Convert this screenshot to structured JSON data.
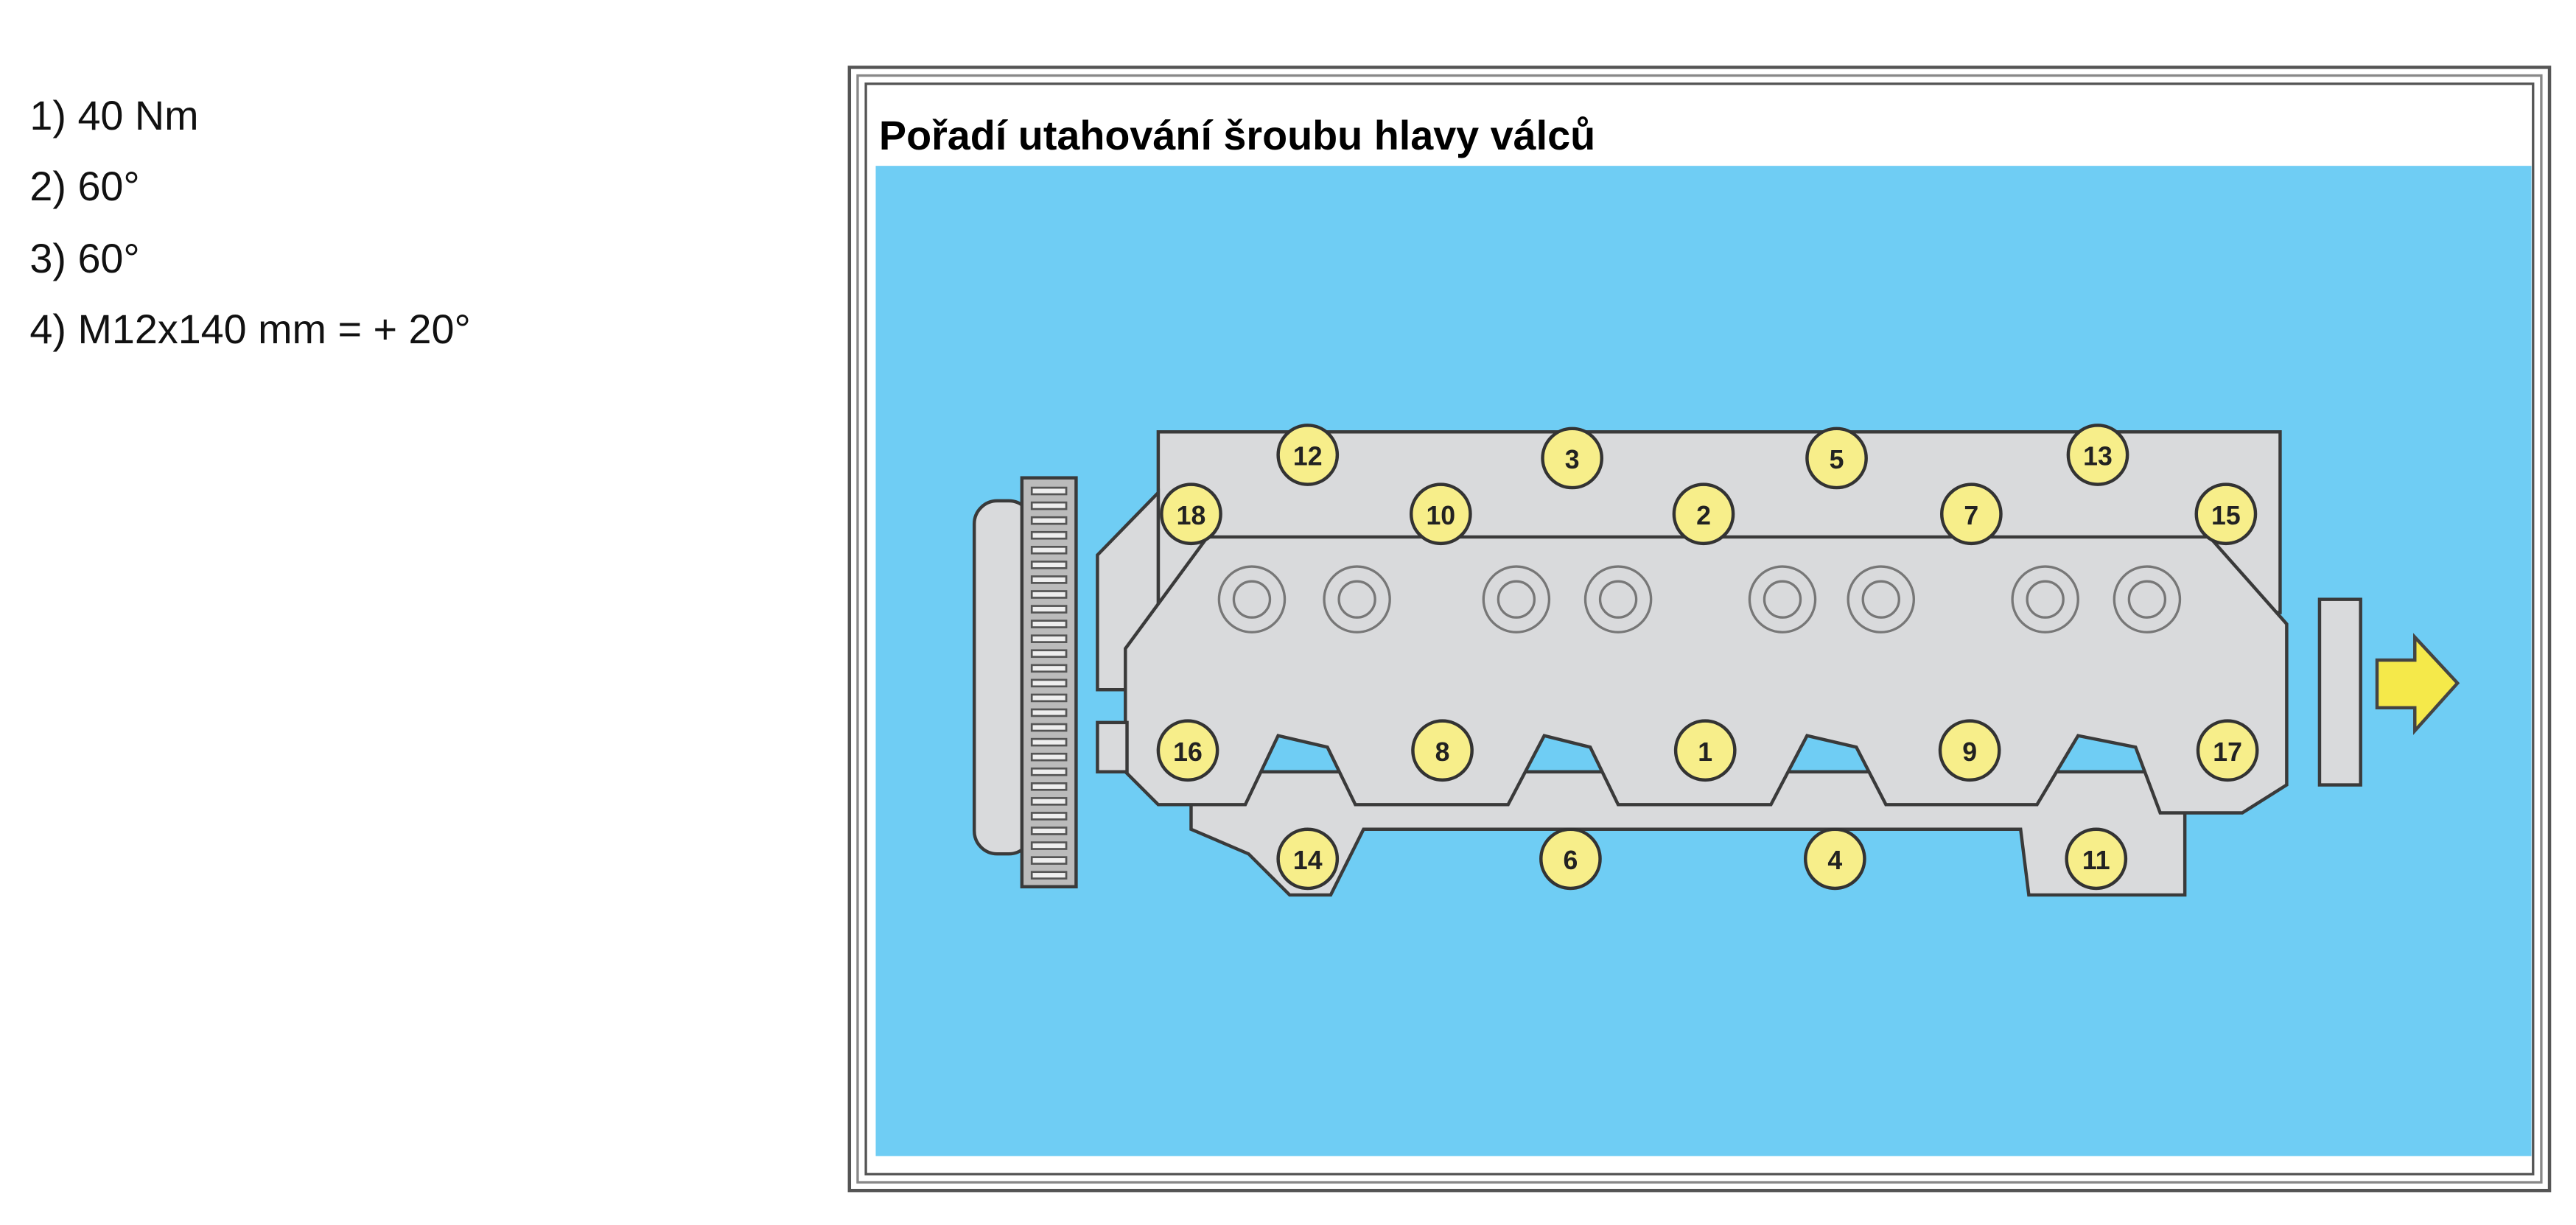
{
  "specs": [
    "1) 40 Nm",
    "2) 60°",
    "3) 60°",
    "4) M12x140 mm = + 20°"
  ],
  "figure": {
    "title": "Pořadí utahování šroubu hlavy válců",
    "bolts": [
      "12",
      "3",
      "5",
      "13",
      "18",
      "10",
      "2",
      "7",
      "15",
      "16",
      "8",
      "1",
      "9",
      "17",
      "14",
      "6",
      "4",
      "11"
    ]
  },
  "colors": {
    "background": "#6fcdf4",
    "head": "#d9dadc",
    "outline": "#3a3a3a",
    "bolt": "#f7ee8a",
    "arrow": "#f5e94a"
  }
}
